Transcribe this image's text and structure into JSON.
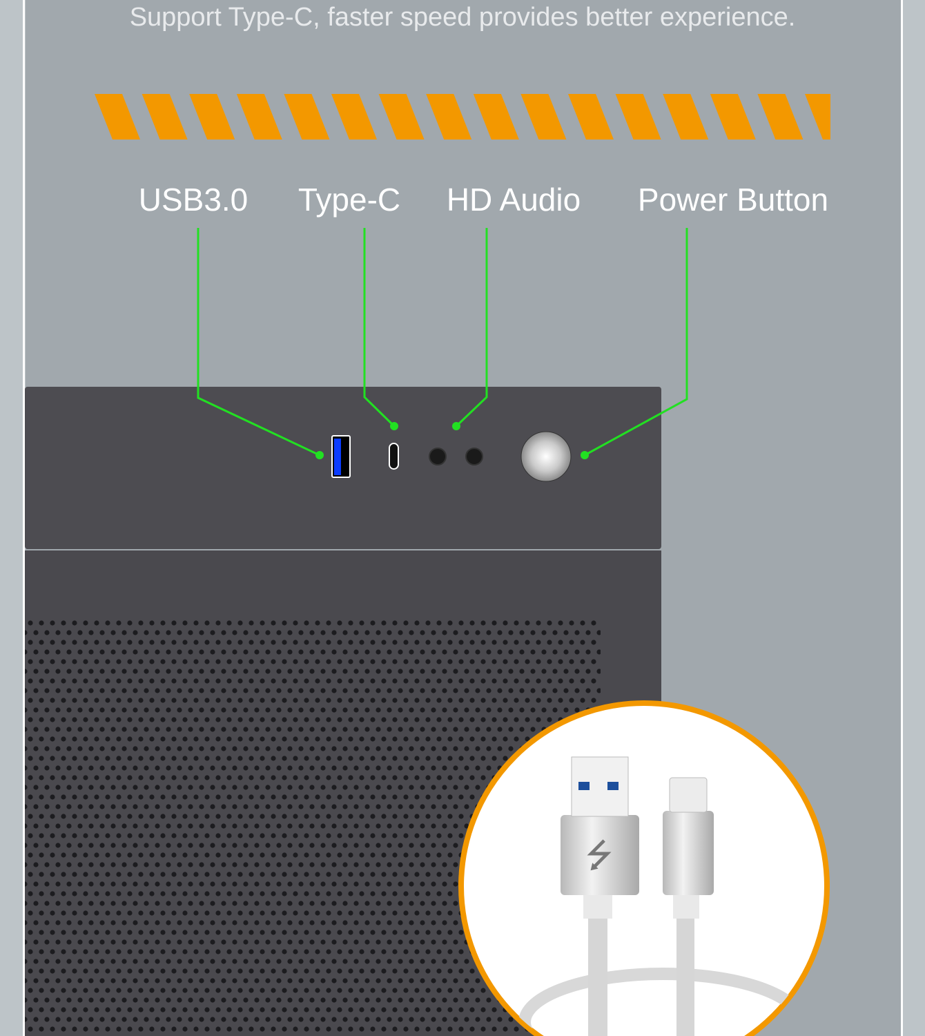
{
  "tagline": "Support Type-C, faster speed provides better experience.",
  "ports": [
    {
      "label": "USB3.0"
    },
    {
      "label": "Type-C"
    },
    {
      "label": "HD Audio"
    },
    {
      "label": "Power Button"
    }
  ],
  "colors": {
    "background": "#a1a8ad",
    "accent_orange": "#f39800",
    "leader_green": "#22e022",
    "case_dark": "#4d4c51",
    "usb_blue": "#0a3cff"
  }
}
